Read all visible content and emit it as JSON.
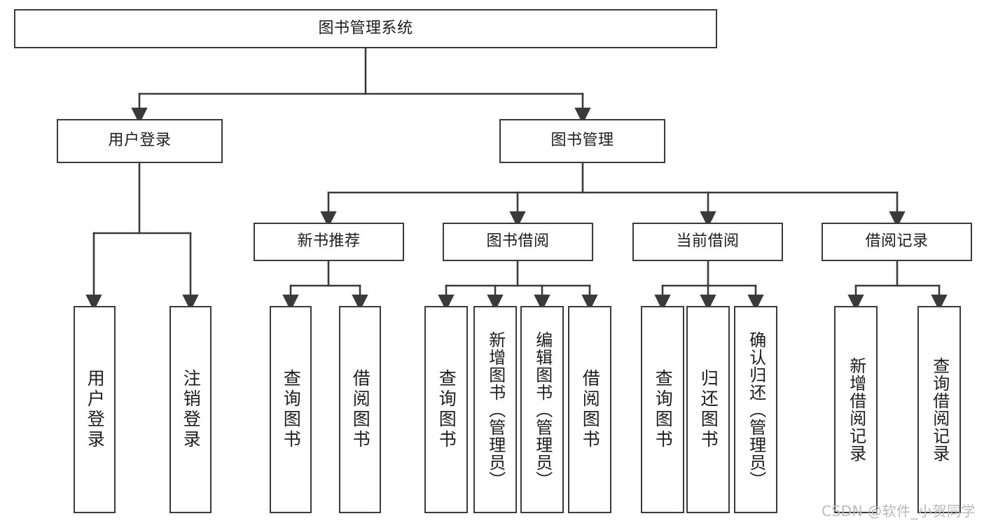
{
  "diagram": {
    "type": "tree-hierarchy",
    "title": "图书管理系统",
    "orientation": "top-down",
    "root": {
      "id": "root",
      "label": "图书管理系统",
      "children": [
        {
          "id": "user-login",
          "label": "用户登录",
          "children": [
            {
              "id": "user-login-do",
              "label": "用户登录"
            },
            {
              "id": "user-logout",
              "label": "注销登录"
            }
          ]
        },
        {
          "id": "book-manage",
          "label": "图书管理",
          "children": [
            {
              "id": "new-book-rec",
              "label": "新书推荐",
              "children": [
                {
                  "id": "query-book-1",
                  "label": "查询图书"
                },
                {
                  "id": "borrow-book-1",
                  "label": "借阅图书"
                }
              ]
            },
            {
              "id": "book-borrow",
              "label": "图书借阅",
              "children": [
                {
                  "id": "query-book-2",
                  "label": "查询图书"
                },
                {
                  "id": "add-book",
                  "label": "新增图书（管理员）"
                },
                {
                  "id": "edit-book",
                  "label": "编辑图书（管理员）"
                },
                {
                  "id": "borrow-book-2",
                  "label": "借阅图书"
                }
              ]
            },
            {
              "id": "current-borrow",
              "label": "当前借阅",
              "children": [
                {
                  "id": "query-book-3",
                  "label": "查询图书"
                },
                {
                  "id": "return-book",
                  "label": "归还图书"
                },
                {
                  "id": "confirm-return",
                  "label": "确认归还（管理员）"
                }
              ]
            },
            {
              "id": "borrow-records",
              "label": "借阅记录",
              "children": [
                {
                  "id": "add-record",
                  "label": "新增借阅记录"
                },
                {
                  "id": "query-record",
                  "label": "查询借阅记录"
                }
              ]
            }
          ]
        }
      ]
    }
  },
  "watermark": {
    "text": "CSDN @软件_小贺同学"
  },
  "colors": {
    "stroke": "#3a3a3a",
    "background": "#ffffff",
    "text": "#1d1d1d",
    "watermark": "#b9b9b9"
  }
}
